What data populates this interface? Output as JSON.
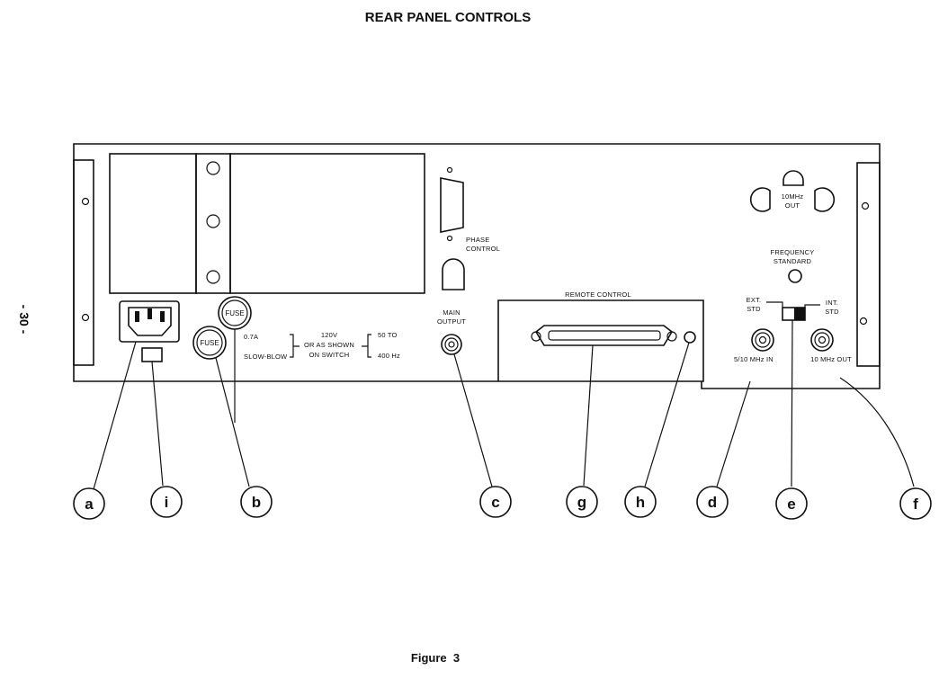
{
  "page": {
    "title": "REAR PANEL CONTROLS",
    "figure_caption": "Figure  3",
    "page_number": "- 30 -"
  },
  "panel_labels": {
    "phase_control_1": "PHASE",
    "phase_control_2": "CONTROL",
    "main_output_1": "MAIN",
    "main_output_2": "OUTPUT",
    "remote_control": "REMOTE CONTROL",
    "ten_mhz_out_top_1": "10MHz",
    "ten_mhz_out_top_2": "OUT",
    "frequency_standard_1": "FREQUENCY",
    "frequency_standard_2": "STANDARD",
    "ext_std_1": "EXT.",
    "ext_std_2": "STD",
    "int_std_1": "INT.",
    "int_std_2": "STD",
    "input_5_10": "5/10 MHz IN",
    "output_10": "10 MHz OUT",
    "fuse_top": "FUSE",
    "fuse_bottom": "FUSE",
    "fuse_rating": "0.7A",
    "fuse_type": "SLOW-BLOW",
    "voltage_1": "120V",
    "voltage_2": "OR AS SHOWN",
    "voltage_3": "ON SWITCH",
    "freq_range_1": "50 TO",
    "freq_range_2": "400 Hz"
  },
  "callouts": {
    "a": "a",
    "i": "i",
    "b": "b",
    "c": "c",
    "g": "g",
    "h": "h",
    "d": "d",
    "e": "e",
    "f": "f"
  }
}
